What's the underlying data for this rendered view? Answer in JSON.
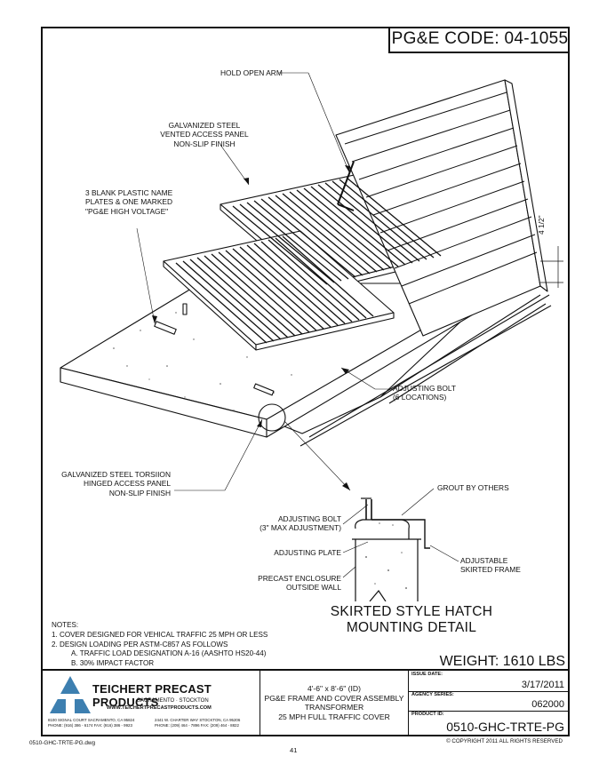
{
  "pge_code": "PG&E CODE: 04-1055",
  "callouts": {
    "hold_open_arm": "HOLD OPEN ARM",
    "vented_panel": [
      "GALVANIZED STEEL",
      "VENTED ACCESS PANEL",
      "NON-SLIP FINISH"
    ],
    "name_plates": [
      "3 BLANK PLASTIC NAME",
      "PLATES & ONE MARKED",
      "\"PG&E HIGH VOLTAGE\""
    ],
    "adjusting_bolt_6": [
      "ADJUSTING BOLT",
      "(6 LOCATIONS)"
    ],
    "torsion_panel": [
      "GALVANIZED STEEL TORSIION",
      "HINGED ACCESS PANEL",
      "NON-SLIP FINISH"
    ],
    "dimension": "4 1/2\"",
    "grout": "GROUT BY OTHERS",
    "adjusting_bolt_max": [
      "ADJUSTING BOLT",
      "(3\" MAX ADJUSTMENT)"
    ],
    "adjusting_plate": "ADJUSTING PLATE",
    "enclosure": [
      "PRECAST ENCLOSURE",
      "OUTSIDE WALL"
    ],
    "skirted_frame": [
      "ADJUSTABLE",
      "SKIRTED FRAME"
    ]
  },
  "detail_title": [
    "SKIRTED STYLE HATCH",
    "MOUNTING DETAIL"
  ],
  "notes": {
    "heading": "NOTES:",
    "lines": [
      "1.  COVER DESIGNED FOR VEHICAL TRAFFIC 25 MPH OR LESS",
      "2.  DESIGN LOADING PER ASTM-C857 AS FOLLOWS",
      "A.  TRAFFIC LOAD DESIGNATION A-16 (AASHTO HS20-44)",
      "B.  30% IMPACT FACTOR"
    ]
  },
  "weight": "WEIGHT: 1610 LBS",
  "title_block": {
    "company": "TEICHERT PRECAST PRODUCTS",
    "locations": "SACRAMENTO · STOCKTON",
    "website": "WWW.TEICHERTPRECASTPRODUCTS.COM",
    "address_sac": [
      "8100 SIGNAL COURT SACRAMENTO, CA 95824",
      "PHONE: (916) 386 - 6174 FAX: (916) 386 - 9923"
    ],
    "address_stk": [
      "2441 W. CHARTER WAY STOCKTON, CA 95206",
      "PHONE: (209) 464 - 7896 FAX: (209) 464 - 8822"
    ],
    "description": [
      "4'-6\" x 8'-6\" (ID)",
      "PG&E FRAME AND COVER ASSEMBLY",
      "TRANSFORMER",
      "25 MPH FULL TRAFFIC COVER"
    ],
    "issue_date_label": "ISSUE DATE:",
    "issue_date": "3/17/2011",
    "agency_series_label": "AGENCY SERIES:",
    "agency_series": "062000",
    "product_id_label": "PRODUCT ID:",
    "product_id": "0510-GHC-TRTE-PG",
    "copyright": "© COPYRIGHT 2011 ALL RIGHTS RESERVED"
  },
  "file_name": "0510-GHC-TRTE-PG.dwg",
  "page_number": "41"
}
